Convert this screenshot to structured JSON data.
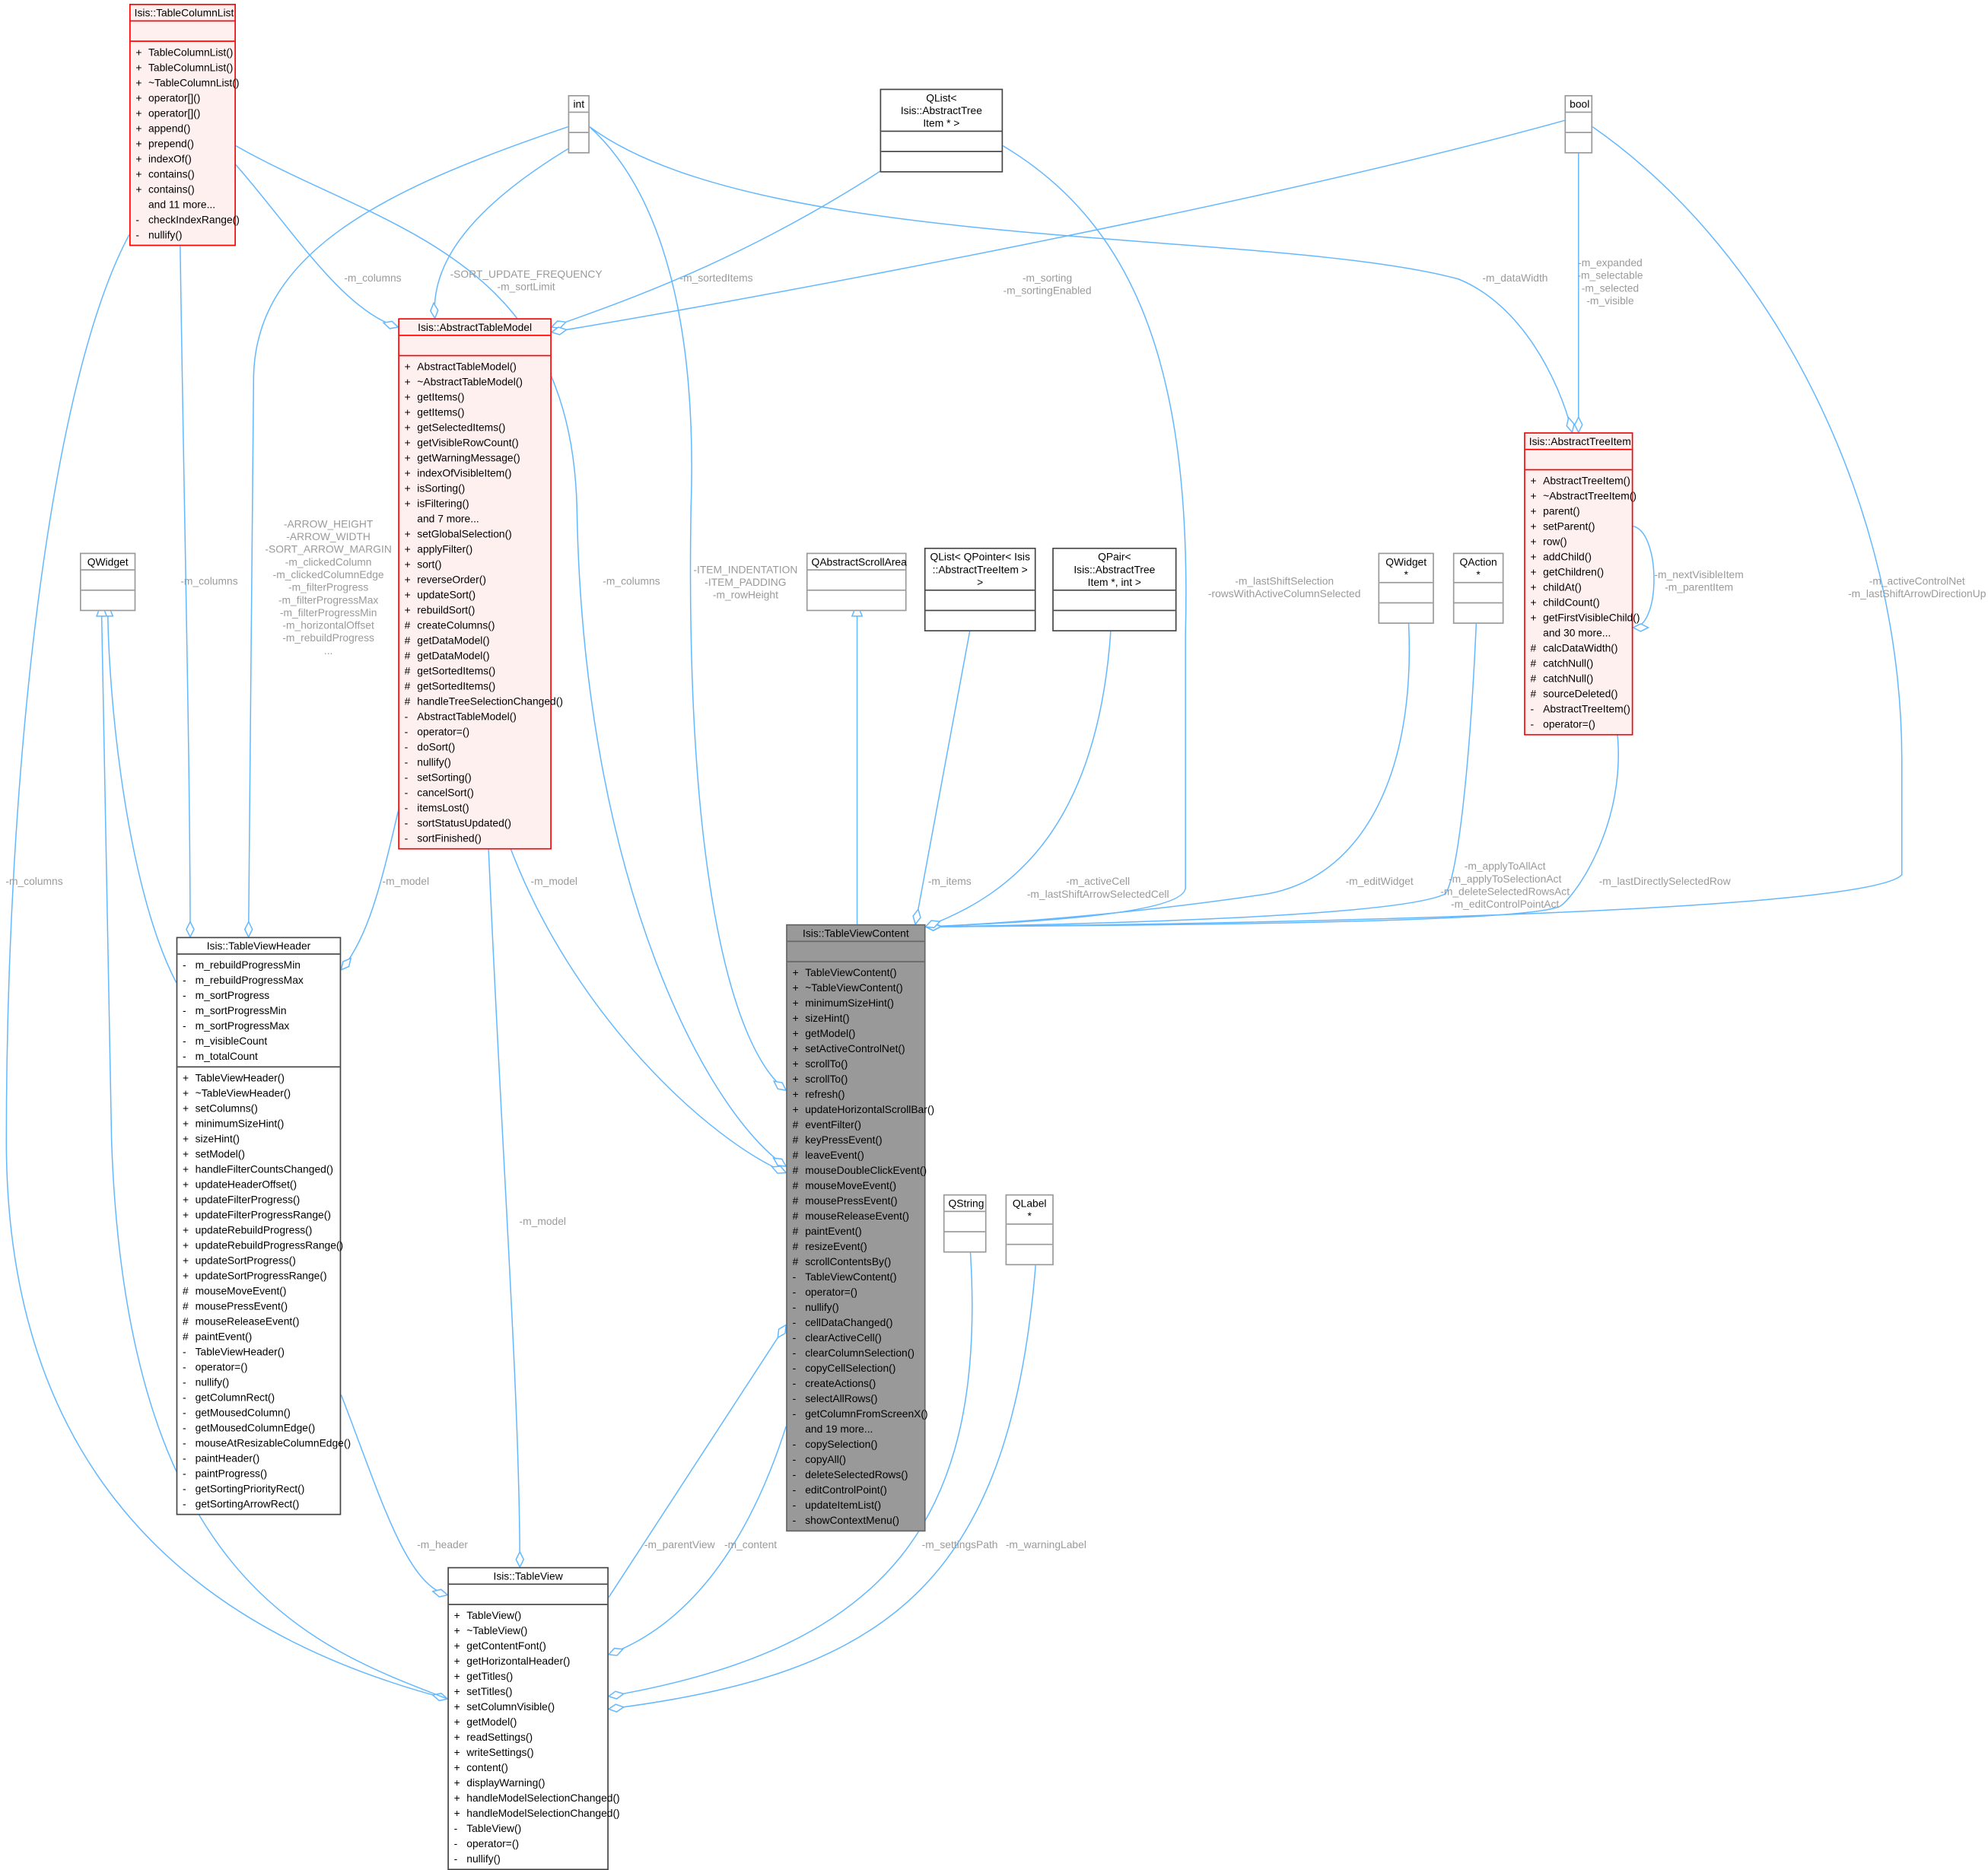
{
  "classes": {
    "int": {
      "title": "int",
      "attrs": [],
      "methods": [],
      "style": "plain"
    },
    "bool": {
      "title": "bool",
      "attrs": [],
      "methods": [],
      "style": "plain"
    },
    "qlist_tree": {
      "title": "QList< Isis::AbstractTree\nItem * >",
      "attrs": [],
      "methods": [],
      "style": "black"
    },
    "qwidget": {
      "title": "QWidget",
      "attrs": [],
      "methods": [],
      "style": "plain"
    },
    "qabstractscrollarea": {
      "title": "QAbstractScrollArea",
      "attrs": [],
      "methods": [],
      "style": "plain"
    },
    "qlist_pointer": {
      "title": "QList< QPointer< Isis\n::AbstractTreeItem > >",
      "attrs": [],
      "methods": [],
      "style": "black"
    },
    "qpair": {
      "title": "QPair< Isis::AbstractTree\nItem *, int >",
      "attrs": [],
      "methods": [],
      "style": "black"
    },
    "qwidget_ptr": {
      "title": "QWidget *",
      "attrs": [],
      "methods": [],
      "style": "plain"
    },
    "qaction_ptr": {
      "title": "QAction *",
      "attrs": [],
      "methods": [],
      "style": "plain"
    },
    "qstring": {
      "title": "QString",
      "attrs": [],
      "methods": [],
      "style": "plain"
    },
    "qlabel_ptr": {
      "title": "QLabel *",
      "attrs": [],
      "methods": [],
      "style": "plain"
    },
    "table_column_list": {
      "title": "Isis::TableColumnList",
      "style": "red",
      "attrs": [],
      "methods": [
        [
          "+",
          "TableColumnList()"
        ],
        [
          "+",
          "TableColumnList()"
        ],
        [
          "+",
          "~TableColumnList()"
        ],
        [
          "+",
          "operator[]()"
        ],
        [
          "+",
          "operator[]()"
        ],
        [
          "+",
          "append()"
        ],
        [
          "+",
          "prepend()"
        ],
        [
          "+",
          "indexOf()"
        ],
        [
          "+",
          "contains()"
        ],
        [
          "+",
          "contains()"
        ],
        [
          "",
          "and 11 more..."
        ],
        [
          "-",
          "checkIndexRange()"
        ],
        [
          "-",
          "nullify()"
        ]
      ]
    },
    "abstract_table_model": {
      "title": "Isis::AbstractTableModel",
      "style": "red",
      "attrs": [],
      "methods": [
        [
          "+",
          "AbstractTableModel()"
        ],
        [
          "+",
          "~AbstractTableModel()"
        ],
        [
          "+",
          "getItems()"
        ],
        [
          "+",
          "getItems()"
        ],
        [
          "+",
          "getSelectedItems()"
        ],
        [
          "+",
          "getVisibleRowCount()"
        ],
        [
          "+",
          "getWarningMessage()"
        ],
        [
          "+",
          "indexOfVisibleItem()"
        ],
        [
          "+",
          "isSorting()"
        ],
        [
          "+",
          "isFiltering()"
        ],
        [
          "",
          "and 7 more..."
        ],
        [
          "+",
          "setGlobalSelection()"
        ],
        [
          "+",
          "applyFilter()"
        ],
        [
          "+",
          "sort()"
        ],
        [
          "+",
          "reverseOrder()"
        ],
        [
          "+",
          "updateSort()"
        ],
        [
          "+",
          "rebuildSort()"
        ],
        [
          "#",
          "createColumns()"
        ],
        [
          "#",
          "getDataModel()"
        ],
        [
          "#",
          "getDataModel()"
        ],
        [
          "#",
          "getSortedItems()"
        ],
        [
          "#",
          "getSortedItems()"
        ],
        [
          "#",
          "handleTreeSelectionChanged()"
        ],
        [
          "-",
          "AbstractTableModel()"
        ],
        [
          "-",
          "operator=()"
        ],
        [
          "-",
          "doSort()"
        ],
        [
          "-",
          "nullify()"
        ],
        [
          "-",
          "setSorting()"
        ],
        [
          "-",
          "cancelSort()"
        ],
        [
          "-",
          "itemsLost()"
        ],
        [
          "-",
          "sortStatusUpdated()"
        ],
        [
          "-",
          "sortFinished()"
        ]
      ]
    },
    "abstract_tree_item": {
      "title": "Isis::AbstractTreeItem",
      "style": "red",
      "attrs": [],
      "methods": [
        [
          "+",
          "AbstractTreeItem()"
        ],
        [
          "+",
          "~AbstractTreeItem()"
        ],
        [
          "+",
          "parent()"
        ],
        [
          "+",
          "setParent()"
        ],
        [
          "+",
          "row()"
        ],
        [
          "+",
          "addChild()"
        ],
        [
          "+",
          "getChildren()"
        ],
        [
          "+",
          "childAt()"
        ],
        [
          "+",
          "childCount()"
        ],
        [
          "+",
          "getFirstVisibleChild()"
        ],
        [
          "",
          "and 30 more..."
        ],
        [
          "#",
          "calcDataWidth()"
        ],
        [
          "#",
          "catchNull()"
        ],
        [
          "#",
          "catchNull()"
        ],
        [
          "#",
          "sourceDeleted()"
        ],
        [
          "-",
          "AbstractTreeItem()"
        ],
        [
          "-",
          "operator=()"
        ]
      ]
    },
    "table_view_header": {
      "title": "Isis::TableViewHeader",
      "style": "black",
      "attrs": [
        [
          "-",
          "m_rebuildProgressMin"
        ],
        [
          "-",
          "m_rebuildProgressMax"
        ],
        [
          "-",
          "m_sortProgress"
        ],
        [
          "-",
          "m_sortProgressMin"
        ],
        [
          "-",
          "m_sortProgressMax"
        ],
        [
          "-",
          "m_visibleCount"
        ],
        [
          "-",
          "m_totalCount"
        ]
      ],
      "methods": [
        [
          "+",
          "TableViewHeader()"
        ],
        [
          "+",
          "~TableViewHeader()"
        ],
        [
          "+",
          "setColumns()"
        ],
        [
          "+",
          "minimumSizeHint()"
        ],
        [
          "+",
          "sizeHint()"
        ],
        [
          "+",
          "setModel()"
        ],
        [
          "+",
          "handleFilterCountsChanged()"
        ],
        [
          "+",
          "updateHeaderOffset()"
        ],
        [
          "+",
          "updateFilterProgress()"
        ],
        [
          "+",
          "updateFilterProgressRange()"
        ],
        [
          "+",
          "updateRebuildProgress()"
        ],
        [
          "+",
          "updateRebuildProgressRange()"
        ],
        [
          "+",
          "updateSortProgress()"
        ],
        [
          "+",
          "updateSortProgressRange()"
        ],
        [
          "#",
          "mouseMoveEvent()"
        ],
        [
          "#",
          "mousePressEvent()"
        ],
        [
          "#",
          "mouseReleaseEvent()"
        ],
        [
          "#",
          "paintEvent()"
        ],
        [
          "-",
          "TableViewHeader()"
        ],
        [
          "-",
          "operator=()"
        ],
        [
          "-",
          "nullify()"
        ],
        [
          "-",
          "getColumnRect()"
        ],
        [
          "-",
          "getMousedColumn()"
        ],
        [
          "-",
          "getMousedColumnEdge()"
        ],
        [
          "-",
          "mouseAtResizableColumnEdge()"
        ],
        [
          "-",
          "paintHeader()"
        ],
        [
          "-",
          "paintProgress()"
        ],
        [
          "-",
          "getSortingPriorityRect()"
        ],
        [
          "-",
          "getSortingArrowRect()"
        ]
      ]
    },
    "table_view_content": {
      "title": "Isis::TableViewContent",
      "style": "cur",
      "attrs": [],
      "methods": [
        [
          "+",
          "TableViewContent()"
        ],
        [
          "+",
          "~TableViewContent()"
        ],
        [
          "+",
          "minimumSizeHint()"
        ],
        [
          "+",
          "sizeHint()"
        ],
        [
          "+",
          "getModel()"
        ],
        [
          "+",
          "setActiveControlNet()"
        ],
        [
          "+",
          "scrollTo()"
        ],
        [
          "+",
          "scrollTo()"
        ],
        [
          "+",
          "refresh()"
        ],
        [
          "+",
          "updateHorizontalScrollBar()"
        ],
        [
          "#",
          "eventFilter()"
        ],
        [
          "#",
          "keyPressEvent()"
        ],
        [
          "#",
          "leaveEvent()"
        ],
        [
          "#",
          "mouseDoubleClickEvent()"
        ],
        [
          "#",
          "mouseMoveEvent()"
        ],
        [
          "#",
          "mousePressEvent()"
        ],
        [
          "#",
          "mouseReleaseEvent()"
        ],
        [
          "#",
          "paintEvent()"
        ],
        [
          "#",
          "resizeEvent()"
        ],
        [
          "#",
          "scrollContentsBy()"
        ],
        [
          "-",
          "TableViewContent()"
        ],
        [
          "-",
          "operator=()"
        ],
        [
          "-",
          "nullify()"
        ],
        [
          "-",
          "cellDataChanged()"
        ],
        [
          "-",
          "clearActiveCell()"
        ],
        [
          "-",
          "clearColumnSelection()"
        ],
        [
          "-",
          "copyCellSelection()"
        ],
        [
          "-",
          "createActions()"
        ],
        [
          "-",
          "selectAllRows()"
        ],
        [
          "-",
          "getColumnFromScreenX()"
        ],
        [
          "",
          "and 19 more..."
        ],
        [
          "-",
          "copySelection()"
        ],
        [
          "-",
          "copyAll()"
        ],
        [
          "-",
          "deleteSelectedRows()"
        ],
        [
          "-",
          "editControlPoint()"
        ],
        [
          "-",
          "updateItemList()"
        ],
        [
          "-",
          "showContextMenu()"
        ]
      ]
    },
    "table_view": {
      "title": "Isis::TableView",
      "style": "black",
      "attrs": [],
      "methods": [
        [
          "+",
          "TableView()"
        ],
        [
          "+",
          "~TableView()"
        ],
        [
          "+",
          "getContentFont()"
        ],
        [
          "+",
          "getHorizontalHeader()"
        ],
        [
          "+",
          "getTitles()"
        ],
        [
          "+",
          "setTitles()"
        ],
        [
          "+",
          "setColumnVisible()"
        ],
        [
          "+",
          "getModel()"
        ],
        [
          "+",
          "readSettings()"
        ],
        [
          "+",
          "writeSettings()"
        ],
        [
          "+",
          "content()"
        ],
        [
          "+",
          "displayWarning()"
        ],
        [
          "+",
          "handleModelSelectionChanged()"
        ],
        [
          "+",
          "handleModelSelectionChanged()"
        ],
        [
          "-",
          "TableView()"
        ],
        [
          "-",
          "operator=()"
        ],
        [
          "-",
          "nullify()"
        ]
      ]
    }
  },
  "edge_labels": {
    "tcl_atm": "-m_columns",
    "tcl_tvh": "-m_columns",
    "tcl_tv": "-m_columns",
    "tcl_tvc": "-m_columns",
    "int_atm": "-SORT_UPDATE_FREQUENCY\n-m_sortLimit",
    "int_tvh": "-ARROW_HEIGHT\n-ARROW_WIDTH\n-SORT_ARROW_MARGIN\n-m_clickedColumn\n-m_clickedColumnEdge\n-m_filterProgress\n-m_filterProgressMax\n-m_filterProgressMin\n-m_horizontalOffset\n-m_rebuildProgress\n...",
    "int_tvc": "-ITEM_INDENTATION\n-ITEM_PADDING\n-m_rowHeight",
    "int_ati": "-m_dataWidth",
    "qlist_atm": "-m_sortedItems",
    "qlist_tvc": "-m_lastShiftSelection\n-rowsWithActiveColumnSelected",
    "bool_atm": "-m_sorting\n-m_sortingEnabled",
    "bool_ati": "-m_expanded\n-m_selectable\n-m_selected\n-m_visible",
    "bool_tvc": "-m_activeControlNet\n-m_lastShiftArrowDirectionUp",
    "ati_self": "-m_nextVisibleItem\n-m_parentItem",
    "ati_tvc": "-m_lastDirectlySelectedRow",
    "qwp_tvc": "-m_editWidget",
    "qap_tvc": "-m_applyToAllAct\n-m_applyToSelectionAct\n-m_deleteSelectedRowsAct\n-m_editControlPointAct",
    "qpair_tvc": "-m_activeCell\n-m_lastShiftArrowSelectedCell",
    "qptr_tvc": "-m_items",
    "atm_tvh": "-m_model",
    "atm_tv": "-m_model",
    "atm_tvc": "-m_model",
    "tvh_tv": "-m_header",
    "tv_tvc": "-m_parentView",
    "tvc_tv": "-m_content",
    "qstr_tv": "-m_settingsPath",
    "qlabel_tv": "-m_warningLabel"
  },
  "colors": {
    "edge": "#63b8ff",
    "current_class": "#999999",
    "highlight_border": "#ff0000"
  }
}
